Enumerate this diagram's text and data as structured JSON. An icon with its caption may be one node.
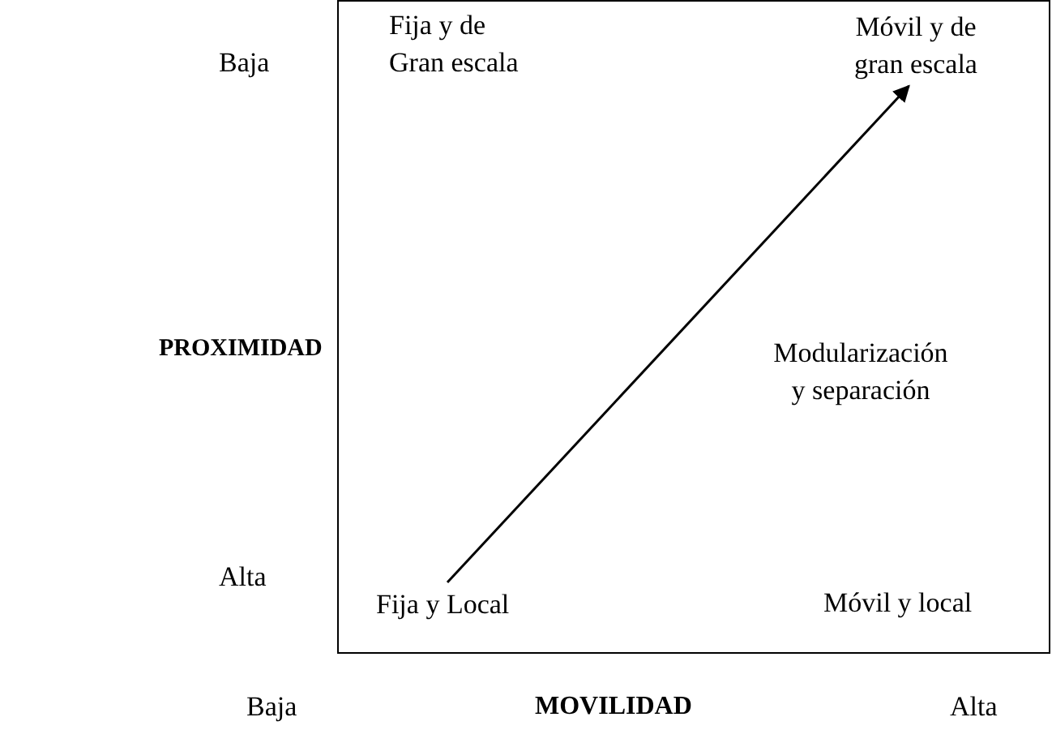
{
  "diagram": {
    "nodes": [
      {
        "text": [],
        "shape": "box"
      },
      {
        "text": [
          "Móvil y de gran escala"
        ],
        "in": 0
      },
      {
        "text": [
          "Fija y Local"
        ],
        "in": 0
      }
    ],
    "edges": [
      {
        "from": 2,
        "to": 1,
        "arrow": "to"
      }
    ],
    "labels": [
      "Baja",
      "Fija y de Gran escala",
      "PROXIMIDAD",
      "Modularización y separación",
      "Alta",
      "Móvil y local",
      "Baja",
      "MOVILIDAD",
      "Alta"
    ]
  }
}
